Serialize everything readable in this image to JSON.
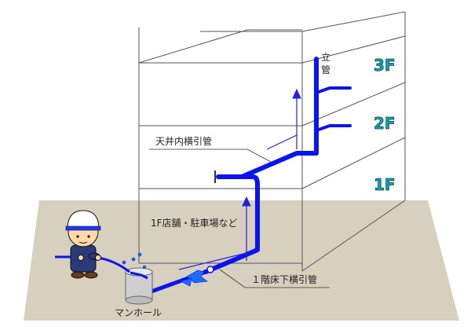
{
  "floors": [
    "3F",
    "2F",
    "1F"
  ],
  "labels": {
    "riser": "立管",
    "ceiling_pipe": "天井内横引管",
    "first_floor_use": "1F店舗・駐車場など",
    "under_floor_pipe": "１階床下横引管",
    "manhole": "マンホール"
  },
  "colors": {
    "pipe": "#0a14ee",
    "flow_arrow": "#2222dd",
    "floor_text": "#12a3b3",
    "ground": "#d8d0be"
  },
  "icons": {
    "worker": "worker-icon",
    "manhole": "manhole-icon",
    "water_jet": "water-jet-icon"
  }
}
